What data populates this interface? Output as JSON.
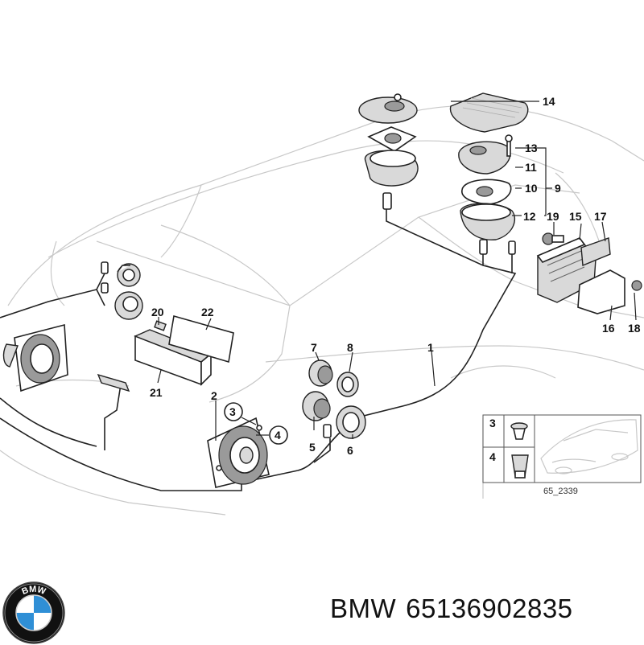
{
  "diagram": {
    "callouts": {
      "c1": "1",
      "c2": "2",
      "c3": "3",
      "c4": "4",
      "c5": "5",
      "c6": "6",
      "c7": "7",
      "c8": "8",
      "c9": "9",
      "c10": "10",
      "c11": "11",
      "c12": "12",
      "c13": "13",
      "c14": "14",
      "c15": "15",
      "c16": "16",
      "c17": "17",
      "c18": "18",
      "c19": "19",
      "c20": "20",
      "c21": "21",
      "c22": "22"
    },
    "inset": {
      "label_3": "3",
      "label_4": "4",
      "figure_code": "65_2339"
    }
  },
  "footer": {
    "brand": "BMW",
    "part_number": "65136902835",
    "logo_letters": "BMW",
    "logo_colors": {
      "blue": "#2f8fd6",
      "white": "#ffffff",
      "black": "#111111"
    }
  }
}
